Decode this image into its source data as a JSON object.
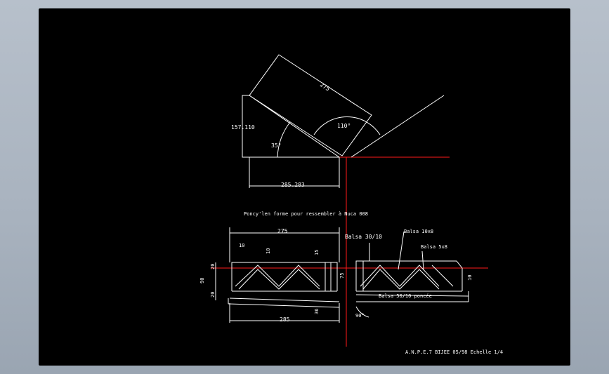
{
  "labels": {
    "dim_275_top": "275",
    "dim_157": "157.110",
    "angle_35": "35°",
    "angle_110": "110°",
    "dim_285_283": "285.283",
    "note": "Poncy'len forme pour ressembler à Nuca 008",
    "dim_275_side": "275",
    "dim_10_a": "10",
    "dim_10_b": "10",
    "dim_15": "15",
    "dim_20_a": "20",
    "dim_90": "90",
    "dim_20_b": "20",
    "dim_75": "75",
    "dim_36": "36",
    "dim_285": "285",
    "balsa_30_10": "Balsa  30/10",
    "balsa_10x8": "Balsa 10x8",
    "balsa_5x8": "Balsa  5x8",
    "balsa_50_10": "Balsa 50/10 poncée",
    "angle_90": "90°",
    "dim_10_right": "10",
    "title_block": "A.N.P.E.7 BIJEE 05/98    Echelle 1/4"
  },
  "colors": {
    "background": "#000000",
    "line": "#ffffff",
    "axis": "#ff1a1a",
    "frame": "#a9b3bf"
  }
}
